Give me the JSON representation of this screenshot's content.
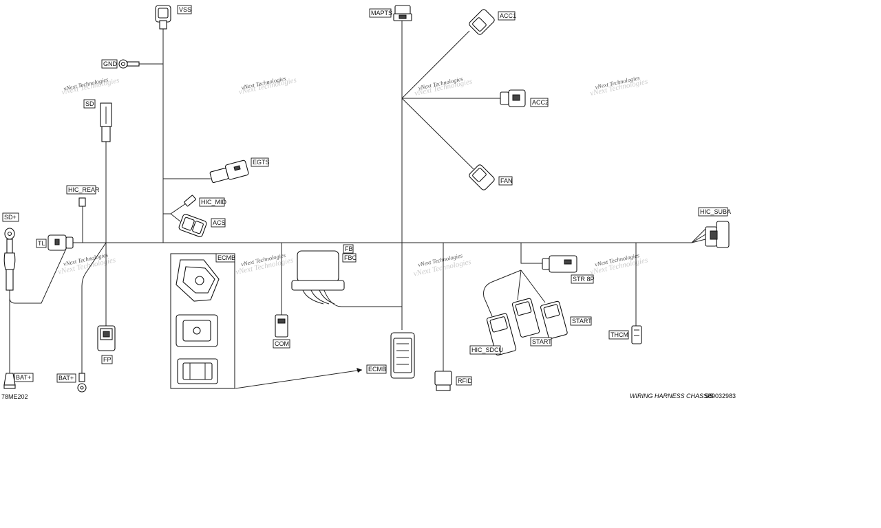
{
  "labels": {
    "vss": "VSS",
    "gnd": "GND",
    "sd": "SD",
    "egts": "EGTS",
    "hic_mid": "HIC_MID",
    "acs": "ACS",
    "hic_rear": "HIC_REAR",
    "sd_plus": "SD+",
    "tl": "TL",
    "mapts": "MAPTS",
    "acc1": "ACC1",
    "acc2": "ACC2",
    "fan": "FAN",
    "hic_suba": "HIC_SUBA",
    "ecmb_box": "ECMB",
    "fb": "FB",
    "fbc": "FBC",
    "com": "COM",
    "ecmb": "ECMB",
    "rfid": "RFID",
    "str_8p": "STR 8P",
    "start_1": "START",
    "start_2": "START",
    "hic_sdcu": "HIC_SDCU",
    "thcm": "THCM",
    "fp": "FP",
    "bat_plus_1": "BAT+",
    "bat_plus_2": "BAT+"
  },
  "watermark": "vNext Technologies",
  "figure_code": "78ME202",
  "title_block": {
    "title": "WIRING HARNESS CHASSIS",
    "separator": ":",
    "part_number": "589032983"
  }
}
